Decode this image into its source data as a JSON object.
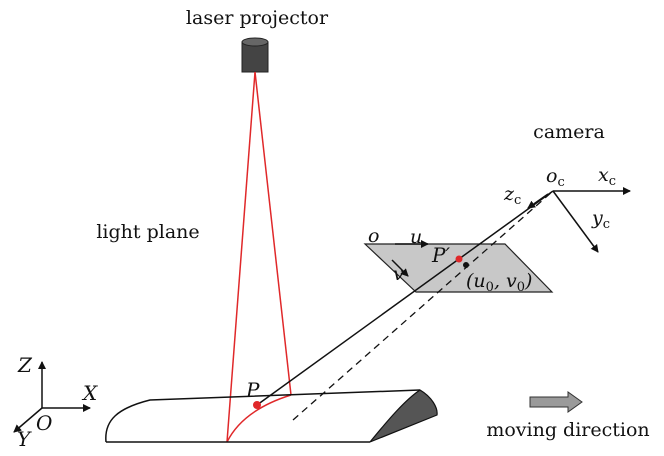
{
  "labels": {
    "laser_projector": "laser projector",
    "camera": "camera",
    "light_plane": "light plane",
    "moving_direction": "moving direction",
    "point_p": "P",
    "point_p_prime": "P′",
    "image_origin": "o",
    "image_u": "u",
    "image_v": "v",
    "principal_point": "(u",
    "principal_point_sub_u": "0",
    "principal_point_mid": ", v",
    "principal_point_sub_v": "0",
    "principal_point_end": ")",
    "camera_origin": "o",
    "camera_origin_sub": "c",
    "camera_x": "x",
    "camera_x_sub": "c",
    "camera_y": "y",
    "camera_y_sub": "c",
    "camera_z": "z",
    "camera_z_sub": "c",
    "world_x": "X",
    "world_y": "Y",
    "world_z": "Z",
    "world_origin": "O"
  },
  "colors": {
    "laser_line": "#e0282a",
    "point": "#e0282a",
    "image_plane_fill": "#c8c8c8",
    "projector_fill": "#444444",
    "surface_dark": "#555555",
    "arrow_fill": "#9a9a9a"
  }
}
